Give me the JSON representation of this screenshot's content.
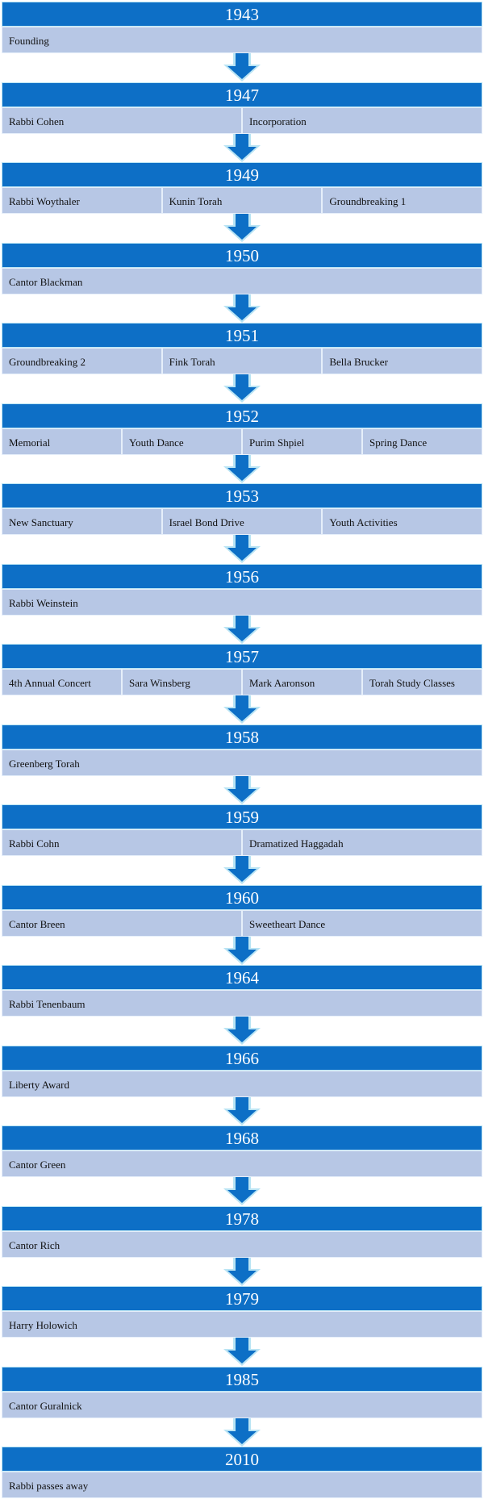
{
  "timeline": [
    {
      "year": "1943",
      "events": [
        "Founding"
      ]
    },
    {
      "year": "1947",
      "events": [
        "Rabbi Cohen",
        "Incorporation"
      ]
    },
    {
      "year": "1949",
      "events": [
        "Rabbi Woythaler",
        "Kunin Torah",
        "Groundbreaking 1"
      ]
    },
    {
      "year": "1950",
      "events": [
        "Cantor Blackman"
      ]
    },
    {
      "year": "1951",
      "events": [
        "Groundbreaking 2",
        "Fink Torah",
        "Bella Brucker"
      ]
    },
    {
      "year": "1952",
      "events": [
        "Memorial",
        "Youth Dance",
        "Purim Shpiel",
        "Spring Dance"
      ]
    },
    {
      "year": "1953",
      "events": [
        "New Sanctuary",
        "Israel Bond Drive",
        "Youth Activities"
      ]
    },
    {
      "year": "1956",
      "events": [
        "Rabbi Weinstein"
      ]
    },
    {
      "year": "1957",
      "events": [
        "4th Annual Concert",
        "Sara Winsberg",
        "Mark Aaronson",
        "Torah Study Classes"
      ]
    },
    {
      "year": "1958",
      "events": [
        "Greenberg Torah"
      ]
    },
    {
      "year": "1959",
      "events": [
        "Rabbi Cohn",
        "Dramatized Haggadah"
      ]
    },
    {
      "year": "1960",
      "events": [
        "Cantor Breen",
        "Sweetheart Dance"
      ]
    },
    {
      "year": "1964",
      "events": [
        "Rabbi Tenenbaum"
      ]
    },
    {
      "year": "1966",
      "events": [
        "Liberty Award"
      ]
    },
    {
      "year": "1968",
      "events": [
        "Cantor Green"
      ]
    },
    {
      "year": "1978",
      "events": [
        "Cantor Rich"
      ]
    },
    {
      "year": "1979",
      "events": [
        "Harry Holowich"
      ]
    },
    {
      "year": "1985",
      "events": [
        "Cantor Guralnick"
      ]
    },
    {
      "year": "2010",
      "events": [
        "Rabbi passes away"
      ]
    }
  ],
  "colors": {
    "year_bar": "#0d6fc6",
    "event_cell": "#b7c7e5",
    "arrow_fill": "#0d6fc6",
    "arrow_glow": "#b9e4f4"
  }
}
